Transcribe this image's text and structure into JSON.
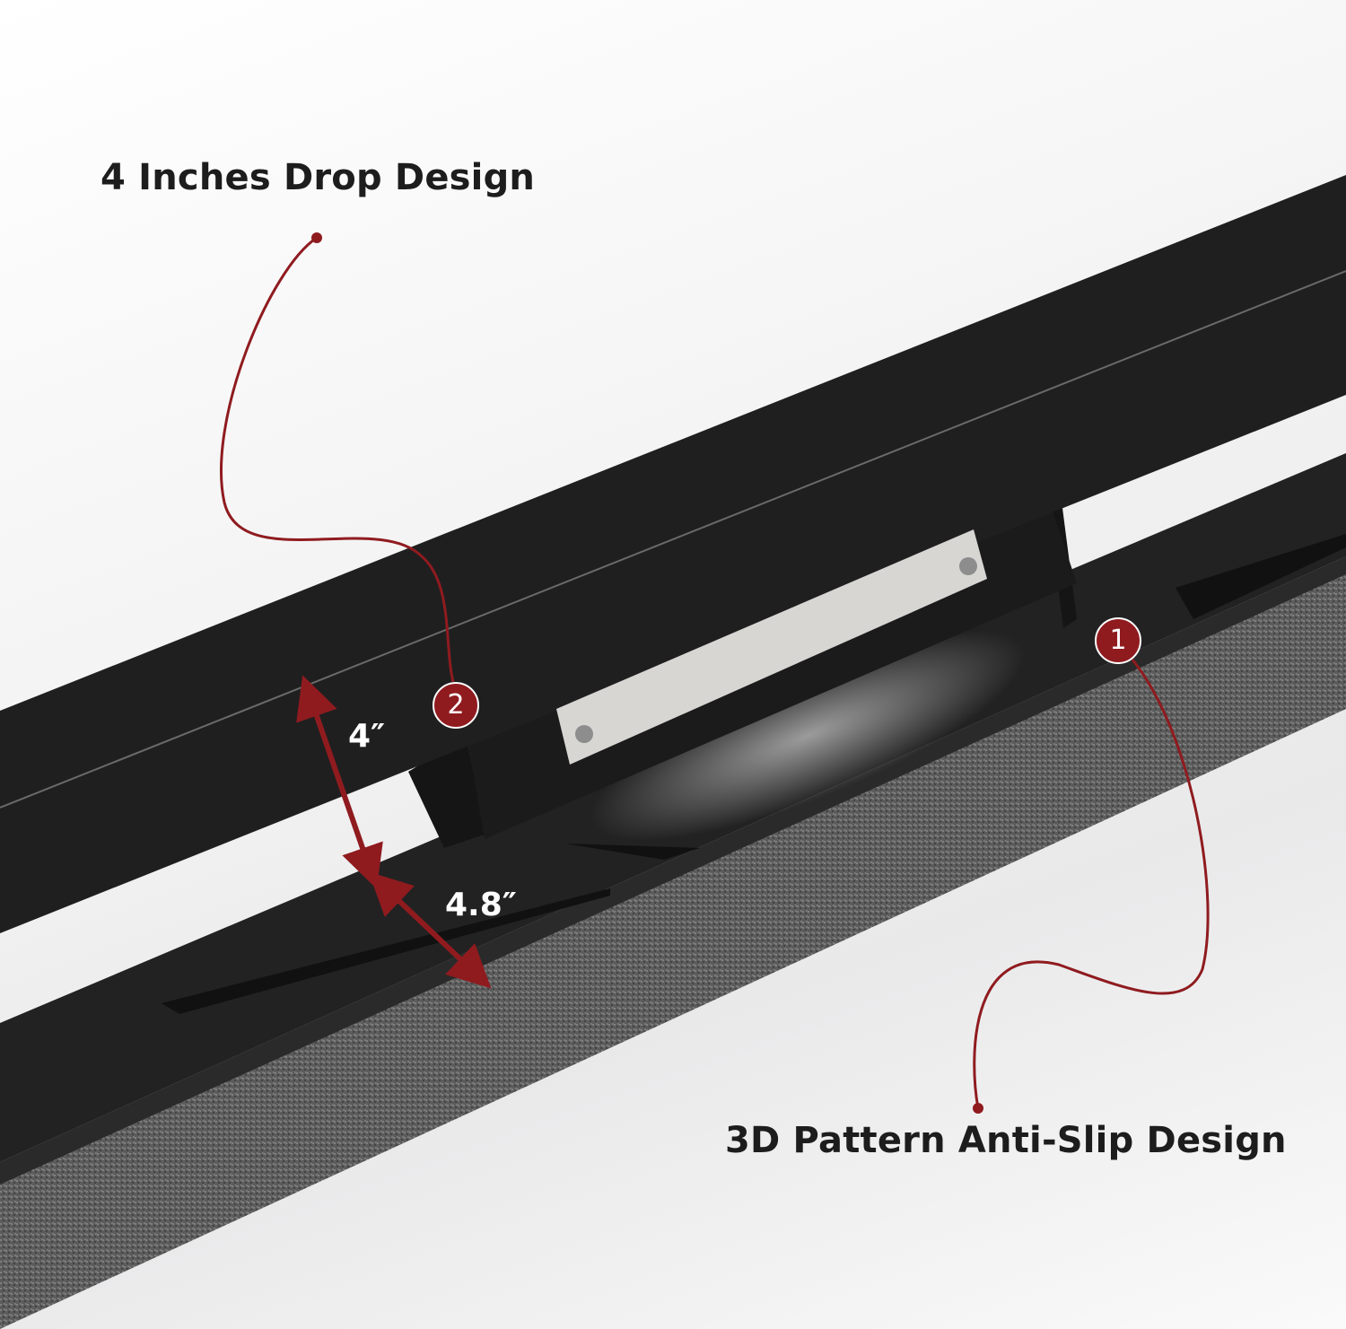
{
  "callouts": {
    "drop_design": {
      "title": "4 Inches Drop Design",
      "marker": "2"
    },
    "anti_slip": {
      "title": "3D Pattern Anti-Slip Design",
      "marker": "1"
    }
  },
  "dimensions": {
    "drop_height": "4″",
    "step_width": "4.8″"
  },
  "colors": {
    "accent": "#8f1b1f",
    "bar": "#1e1e1f",
    "plate": "#d8d6d3"
  }
}
